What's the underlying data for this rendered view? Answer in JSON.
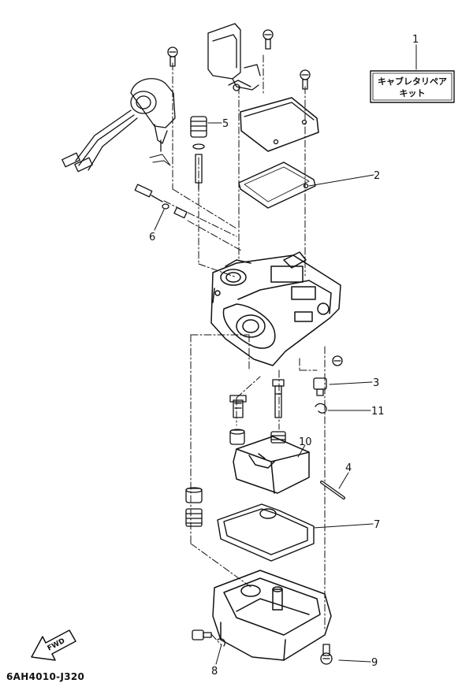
{
  "diagram": {
    "code": "6AH4010-J320",
    "fwd_label": "FWD",
    "kit_box": {
      "line1": "キャブレタリペア",
      "line2": "キット"
    },
    "callouts": [
      {
        "id": "1",
        "label": "1"
      },
      {
        "id": "2",
        "label": "2"
      },
      {
        "id": "3",
        "label": "3"
      },
      {
        "id": "4",
        "label": "4"
      },
      {
        "id": "5",
        "label": "5"
      },
      {
        "id": "6",
        "label": "6"
      },
      {
        "id": "7",
        "label": "7"
      },
      {
        "id": "8",
        "label": "8"
      },
      {
        "id": "9",
        "label": "9"
      },
      {
        "id": "10",
        "label": "10"
      },
      {
        "id": "11",
        "label": "11"
      }
    ]
  }
}
